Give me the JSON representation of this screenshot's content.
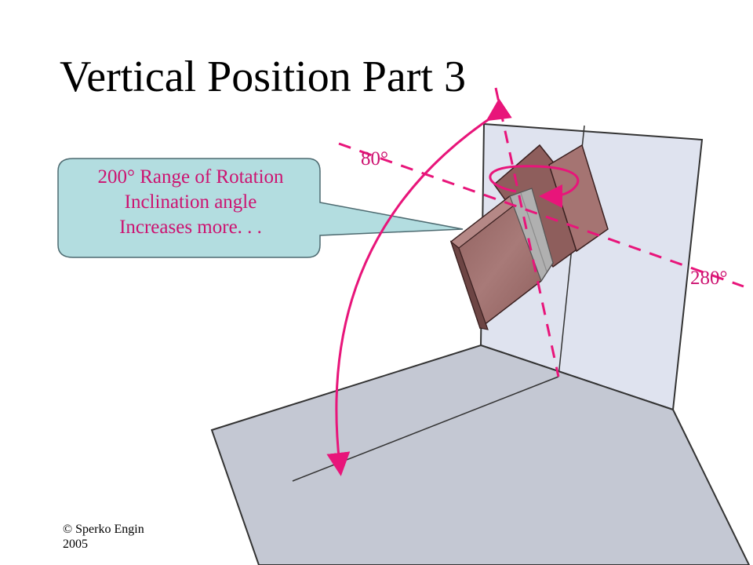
{
  "slide": {
    "title": "Vertical Position Part 3"
  },
  "callout": {
    "lines": [
      "200° Range of Rotation",
      "Inclination angle",
      "Increases more. . ."
    ]
  },
  "angles": {
    "upper": "80°",
    "lower": "280°"
  },
  "footer": {
    "copyright_line1": "© Sperko Engin",
    "copyright_line2": "2005"
  },
  "colors": {
    "accent": "#e8157a",
    "callout_fill": "#b3dde0",
    "wall_fill": "#dfe3ef",
    "floor_fill": "#c4c8d3",
    "plate_fill": "#9c6a68",
    "weld_fill": "#b0b0b0"
  }
}
